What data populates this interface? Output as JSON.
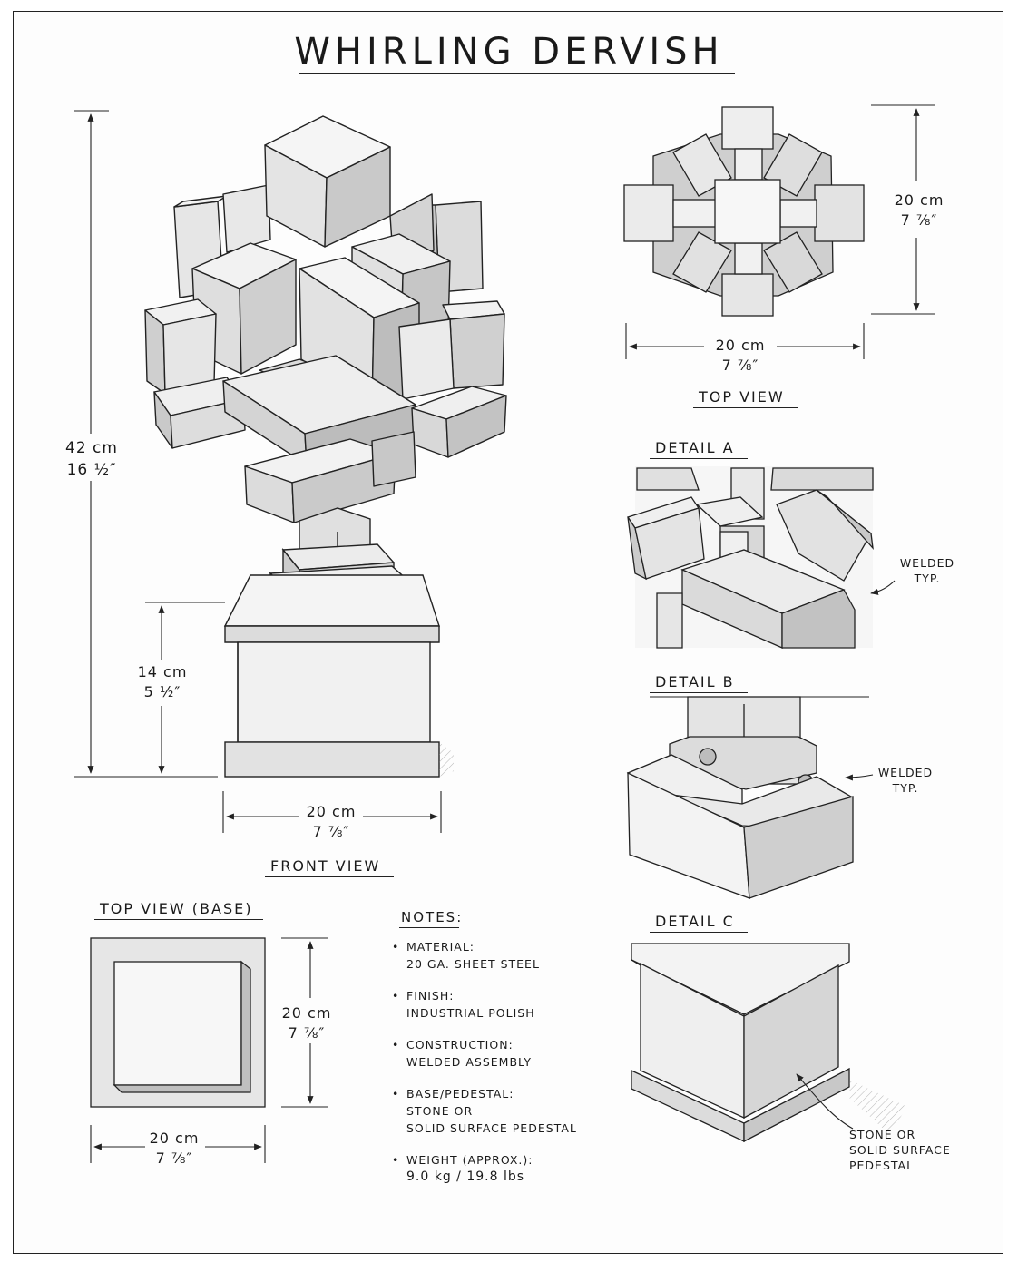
{
  "title": "WHIRLING DERVISH",
  "views": {
    "front": "FRONT VIEW",
    "top": "TOP VIEW",
    "top_base": "TOP VIEW (BASE)",
    "detail_a": "DETAIL A",
    "detail_b": "DETAIL B",
    "detail_c": "DETAIL C"
  },
  "dimensions": {
    "height_total": {
      "metric": "42 cm",
      "imperial": "16 ½″"
    },
    "height_pedestal": {
      "metric": "14 cm",
      "imperial": "5 ½″"
    },
    "front_width": {
      "metric": "20 cm",
      "imperial": "7 ⅞″"
    },
    "top_width": {
      "metric": "20 cm",
      "imperial": "7 ⅞″"
    },
    "top_depth": {
      "metric": "20 cm",
      "imperial": "7 ⅞″"
    },
    "base_width": {
      "metric": "20 cm",
      "imperial": "7 ⅞″"
    },
    "base_depth": {
      "metric": "20 cm",
      "imperial": "7 ⅞″"
    }
  },
  "callouts": {
    "detail_a": {
      "line1": "WELDED",
      "line2": "TYP."
    },
    "detail_b": {
      "line1": "WELDED",
      "line2": "TYP."
    },
    "detail_c": {
      "line1": "STONE OR",
      "line2": "SOLID SURFACE",
      "line3": "PEDESTAL"
    }
  },
  "notes": {
    "heading": "NOTES:",
    "items": [
      {
        "label": "MATERIAL:",
        "value": "20 GA. SHEET STEEL"
      },
      {
        "label": "FINISH:",
        "value": "INDUSTRIAL POLISH"
      },
      {
        "label": "CONSTRUCTION:",
        "value": "WELDED ASSEMBLY"
      },
      {
        "label": "BASE/PEDESTAL:",
        "value": "STONE OR",
        "value2": "SOLID SURFACE PEDESTAL"
      },
      {
        "label": "WEIGHT (APPROX.):",
        "value": "9.0 kg / 19.8 lbs"
      }
    ],
    "bullet": "•"
  },
  "colors": {
    "ink": "#222222",
    "paper": "#fdfdfd",
    "shade_light": "#f2f2f2",
    "shade_mid": "#d6d6d6",
    "shade_dark": "#a8a8a8"
  }
}
